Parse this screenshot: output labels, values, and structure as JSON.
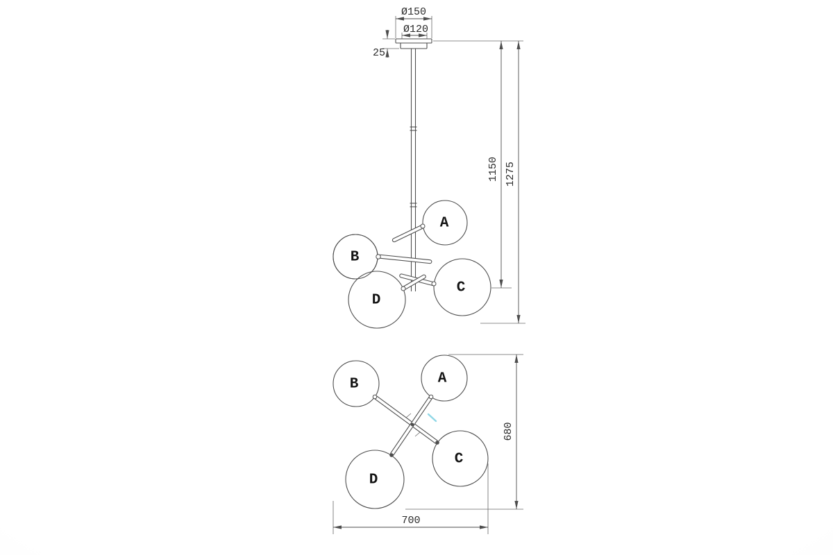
{
  "dimensions": {
    "canopy_outer_diameter": "Ø150",
    "canopy_inner_diameter": "Ø120",
    "canopy_height": "25",
    "rod_drop": "1150",
    "overall_drop": "1275",
    "plan_depth": "680",
    "plan_width": "700"
  },
  "globes": {
    "a": "A",
    "b": "B",
    "c": "C",
    "d": "D"
  },
  "colors": {
    "line": "#4d4d4d",
    "text": "#2a2a2a",
    "accent": "#8fd7e6",
    "background": "#ffffff"
  }
}
